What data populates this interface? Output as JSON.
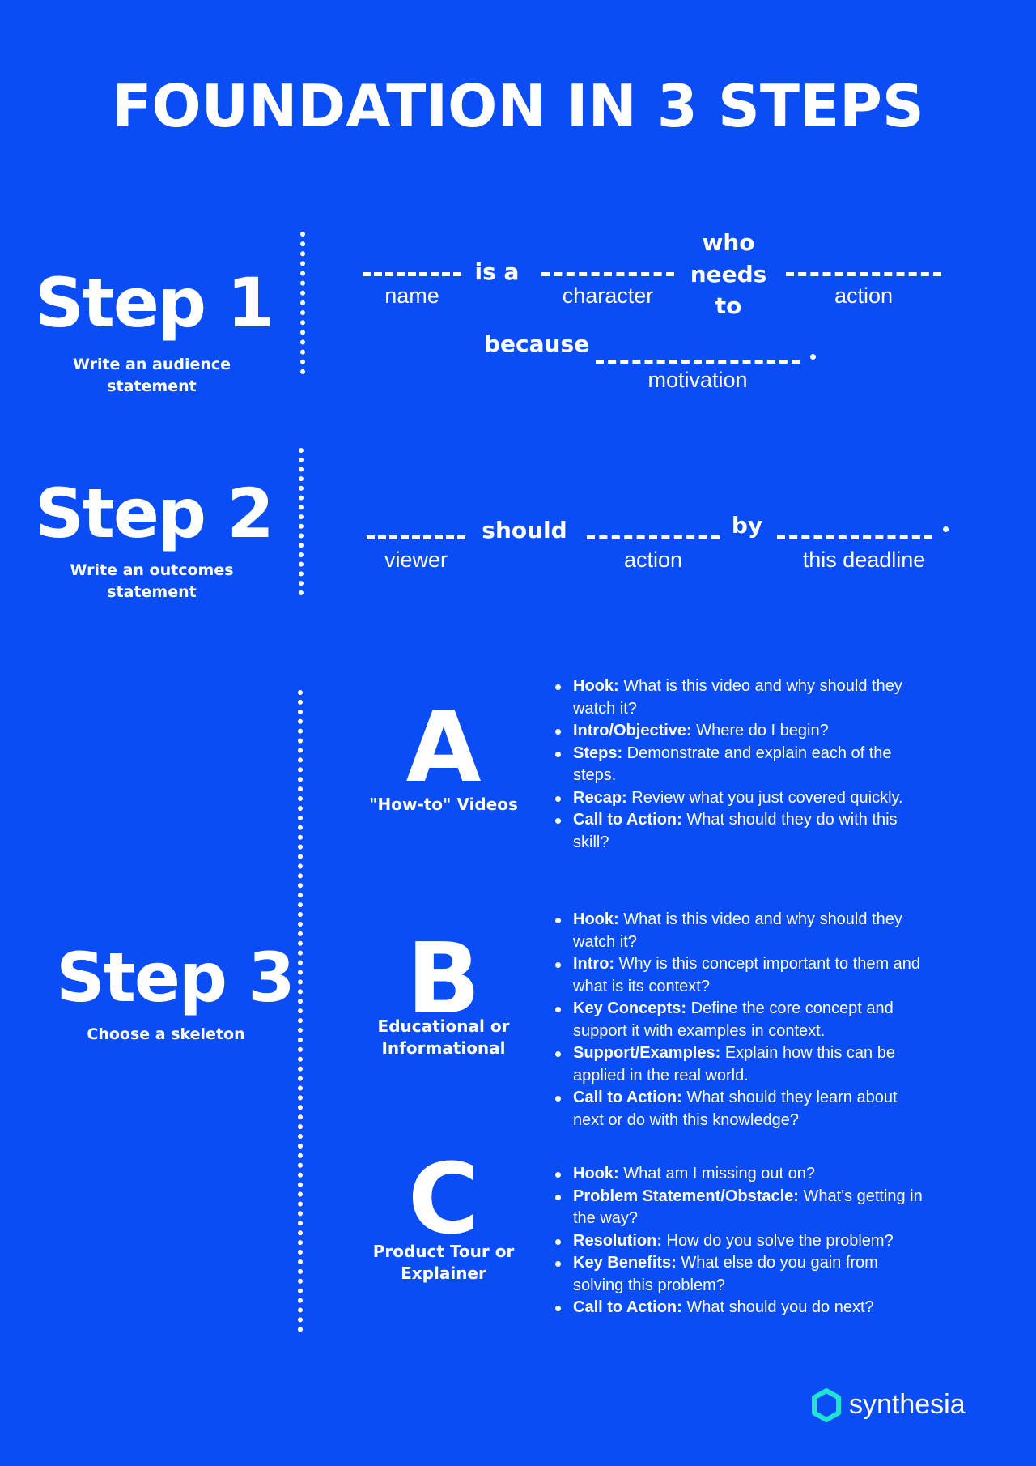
{
  "title": "FOUNDATION IN 3 STEPS",
  "step1": {
    "heading": "Step 1",
    "subtitle": "Write an audience statement",
    "words": {
      "is_a": "is a",
      "who": "who",
      "needs": "needs",
      "to": "to",
      "because": "because"
    },
    "labels": {
      "name": "name",
      "character": "character",
      "action": "action",
      "motivation": "motivation"
    }
  },
  "step2": {
    "heading": "Step 2",
    "subtitle": "Write an outcomes statement",
    "words": {
      "should": "should",
      "by": "by"
    },
    "labels": {
      "viewer": "viewer",
      "action": "action",
      "deadline": "this deadline"
    }
  },
  "step3": {
    "heading": "Step 3",
    "subtitle": "Choose a skeleton",
    "skeletons": [
      {
        "letter": "A",
        "name": "\"How-to\" Videos",
        "items": [
          {
            "term": "Hook:",
            "text": " What is this video and why should they watch it?"
          },
          {
            "term": "Intro/Objective:",
            "text": " Where do I begin?"
          },
          {
            "term": "Steps:",
            "text": " Demonstrate and explain each of the steps."
          },
          {
            "term": "Recap:",
            "text": " Review what you just covered quickly."
          },
          {
            "term": "Call to Action:",
            "text": " What should they do with this skill?"
          }
        ]
      },
      {
        "letter": "B",
        "name": "Educational or Informational",
        "items": [
          {
            "term": "Hook:",
            "text": " What is this video and why should they watch it?"
          },
          {
            "term": "Intro:",
            "text": " Why is this concept important to them and what is its context?"
          },
          {
            "term": "Key Concepts:",
            "text": " Define the core concept and support it with examples in context."
          },
          {
            "term": "Support/Examples:",
            "text": " Explain how this can be applied in the real world."
          },
          {
            "term": "Call to Action:",
            "text": " What should they learn about next or do with this knowledge?"
          }
        ]
      },
      {
        "letter": "C",
        "name": "Product Tour or Explainer",
        "items": [
          {
            "term": "Hook:",
            "text": " What am I missing out on?"
          },
          {
            "term": "Problem Statement/Obstacle:",
            "text": " What's getting in the way?"
          },
          {
            "term": "Resolution:",
            "text": " How do you solve the problem?"
          },
          {
            "term": "Key Benefits:",
            "text": " What else do you gain from solving this problem?"
          },
          {
            "term": "Call to Action:",
            "text": " What should you do next?"
          }
        ]
      }
    ]
  },
  "brand": {
    "name": "synthesia",
    "icon": "synthesia-logo-icon",
    "icon_color": "#1DE5D2"
  },
  "colors": {
    "background": "#0A4DF5",
    "text": "#FFFFFF"
  }
}
